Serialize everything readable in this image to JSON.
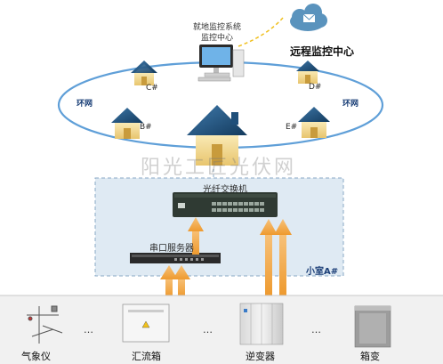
{
  "center": {
    "title_line1": "就地监控系统",
    "title_line2": "监控中心"
  },
  "remote_center": "远程监控中心",
  "ring_labels": {
    "left": "环网",
    "right": "环网"
  },
  "stations": {
    "a": "C#",
    "b": "D#",
    "c": "B#",
    "d": "E#"
  },
  "watermark": "阳光工匠光伏网",
  "room": {
    "label": "小室A#",
    "switch_label": "光纤交换机",
    "serial_server_label": "串口服务器"
  },
  "devices": [
    {
      "name": "气象仪"
    },
    {
      "name": "汇流箱"
    },
    {
      "name": "逆变器"
    },
    {
      "name": "箱变"
    }
  ],
  "separator": "…",
  "colors": {
    "ring": "#5f9fd8",
    "room_bg": "#dfeaf3",
    "room_border": "#8aa8c4",
    "arrow": "#f1a43a",
    "house_roof": "#1f4f7a",
    "house_wall": "#f3dc94",
    "link_dash": "#f0c020"
  }
}
